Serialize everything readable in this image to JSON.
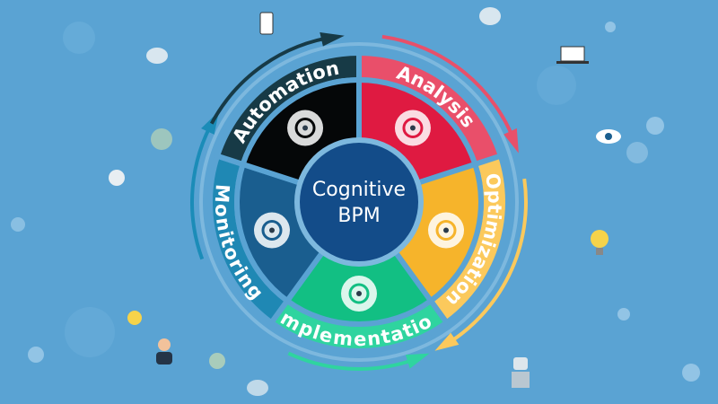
{
  "center": {
    "line1": "Cognitive",
    "line2": "BPM"
  },
  "colors": {
    "background": "#5aa3d3",
    "center": "#134c89",
    "ring": "#7db8de"
  },
  "segments": [
    {
      "label": "Analysis",
      "icon": "globe-magnifier-icon",
      "outer": "#e94f6a",
      "inner": "#df1a41",
      "arrow": "#e8506a"
    },
    {
      "label": "Optimization",
      "icon": "brain-network-icon",
      "outer": "#fbc95c",
      "inner": "#f6b42b",
      "arrow": "#fbc95c"
    },
    {
      "label": "Implementation",
      "icon": "handshake-icon",
      "outer": "#2fd49f",
      "inner": "#12bf83",
      "arrow": "#2fd49f"
    },
    {
      "label": "Monitoring",
      "icon": "head-monitor-icon",
      "outer": "#1f88b4",
      "inner": "#1a5e8f",
      "arrow": "#1b8cb8"
    },
    {
      "label": "Automation",
      "icon": "brain-gears-icon",
      "outer": "#173a46",
      "inner": "#050708",
      "arrow": "#173a46"
    }
  ]
}
